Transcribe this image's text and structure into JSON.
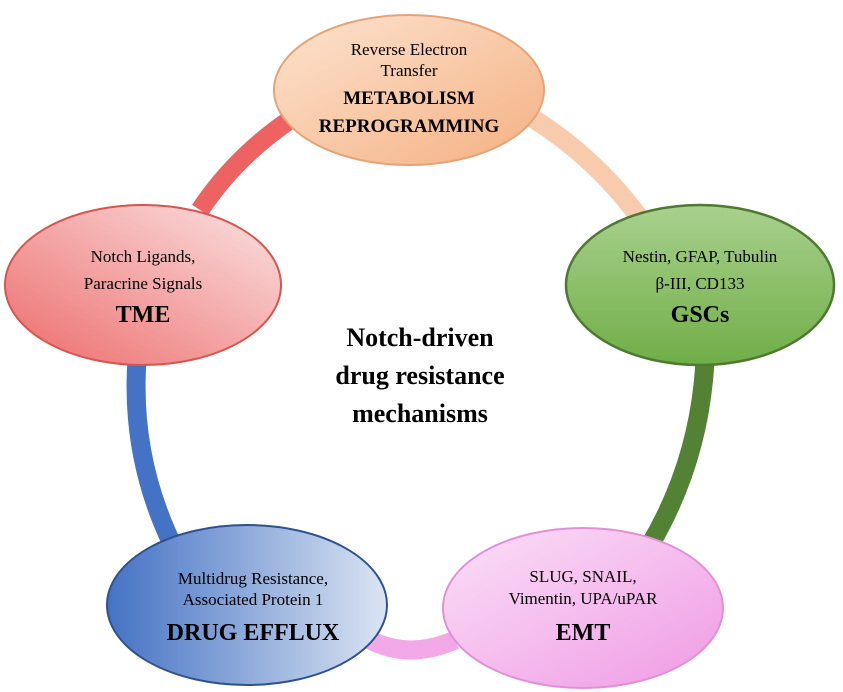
{
  "center": {
    "lines": [
      "Notch-driven",
      "drug resistance",
      "mechanisms"
    ]
  },
  "nodes": [
    {
      "id": "metabolism",
      "detail_lines": [
        "Reverse Electron",
        "Transfer"
      ],
      "title_lines": [
        "METABOLISM",
        "REPROGRAMMING"
      ],
      "fill_light": "#fde3cf",
      "fill_dark": "#f4b183",
      "border": "#e5a477"
    },
    {
      "id": "gscs",
      "detail_lines": [
        "Nestin, GFAP, Tubulin",
        "β-III, CD133"
      ],
      "title_lines": [
        "GSCs"
      ],
      "fill_light": "#a9d18e",
      "fill_dark": "#70ad47",
      "border": "#4e7a2f"
    },
    {
      "id": "emt",
      "detail_lines": [
        "SLUG, SNAIL,",
        "Vimentin, UPA/uPAR"
      ],
      "title_lines": [
        "EMT"
      ],
      "fill_light": "#fbe0f8",
      "fill_dark": "#ef9ae4",
      "border": "#e38fd8"
    },
    {
      "id": "drug-efflux",
      "detail_lines": [
        "Multidrug Resistance,",
        "Associated Protein 1"
      ],
      "title_lines": [
        "DRUG EFFLUX"
      ],
      "fill_light": "#dbe4f3",
      "fill_dark": "#4472c4",
      "border": "#2f528f"
    },
    {
      "id": "tme",
      "detail_lines": [
        "Notch Ligands,",
        "Paracrine Signals"
      ],
      "title_lines": [
        "TME"
      ],
      "fill_light": "#fbe3e3",
      "fill_dark": "#ed6b6b",
      "border": "#d9534f"
    }
  ],
  "ring_colors": {
    "metabolism_to_gscs": "#f8cbad",
    "gscs_to_emt": "#548235",
    "emt_to_efflux": "#f3a8e8",
    "efflux_to_tme": "#4472c4",
    "tme_to_metabolism": "#ee6262"
  }
}
